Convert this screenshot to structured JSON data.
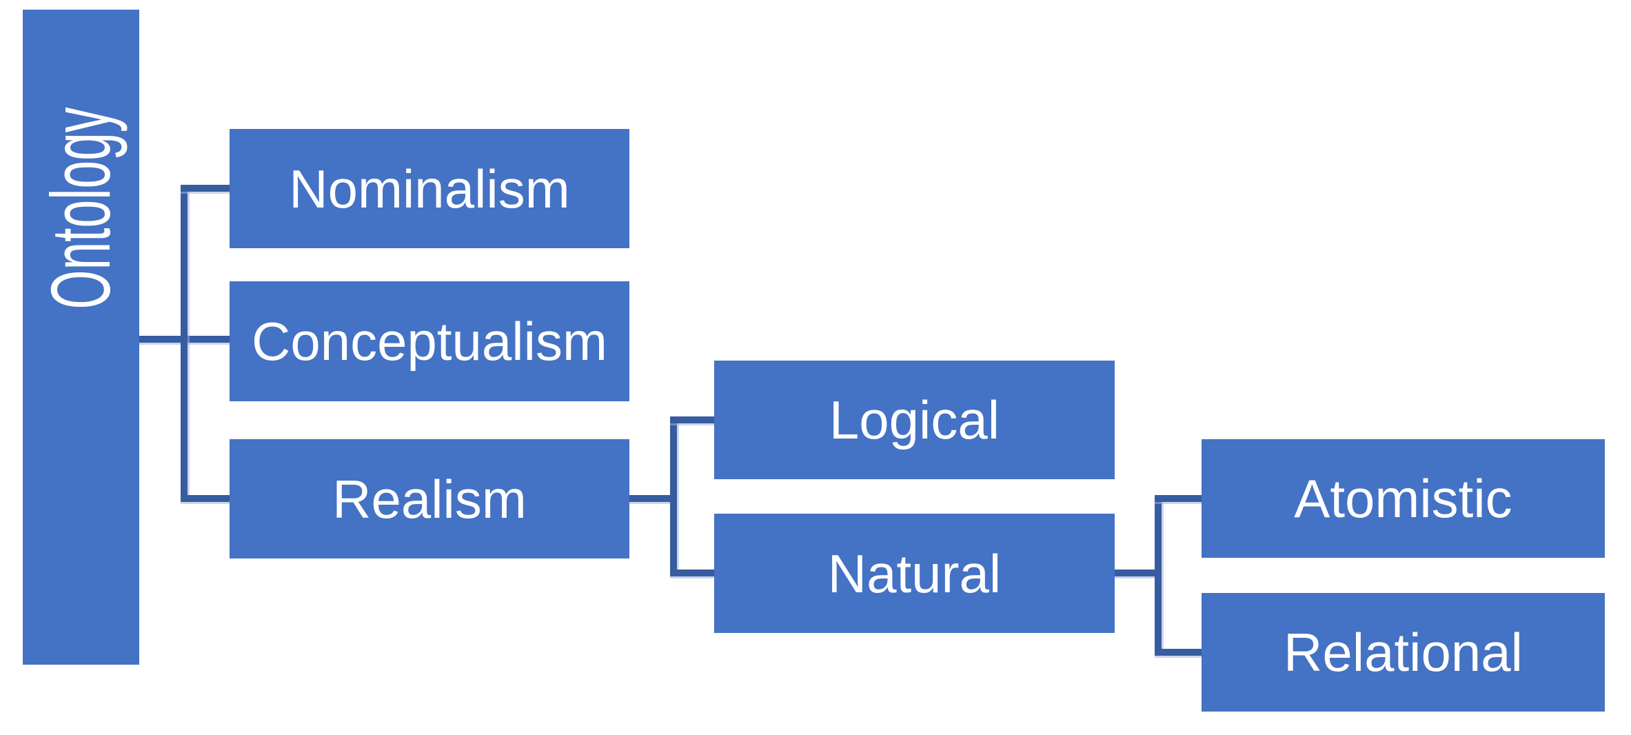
{
  "title": "Ontology",
  "colors": {
    "background": "#FFFFFF",
    "node_fill": "#4472C4",
    "node_text": "#FFFFFF",
    "connector": "#375CA0"
  },
  "tree": {
    "label": "Ontology",
    "children": [
      {
        "label": "Nominalism",
        "children": []
      },
      {
        "label": "Conceptualism",
        "children": []
      },
      {
        "label": "Realism",
        "children": [
          {
            "label": "Logical",
            "children": []
          },
          {
            "label": "Natural",
            "children": [
              {
                "label": "Atomistic",
                "children": []
              },
              {
                "label": "Relational",
                "children": []
              }
            ]
          }
        ]
      }
    ]
  }
}
